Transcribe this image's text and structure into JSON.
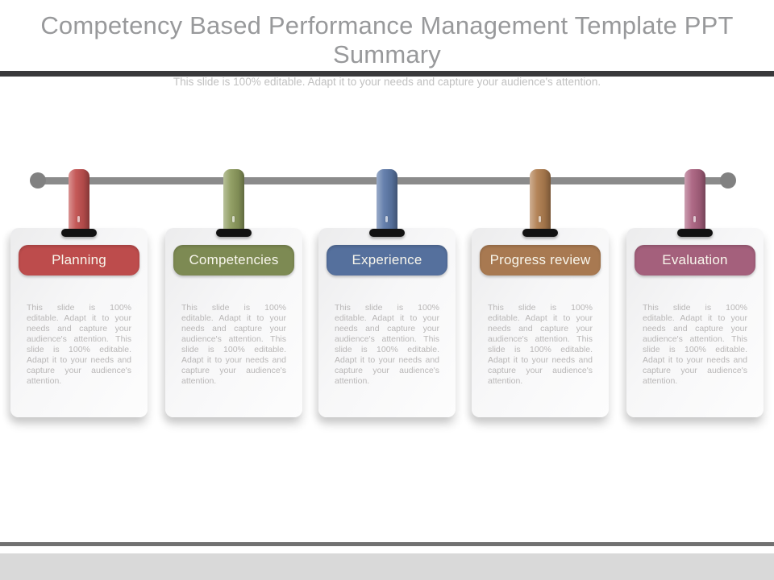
{
  "header": {
    "title": "Competency Based Performance Management Template PPT Summary",
    "subtitle": "This slide is 100% editable. Adapt it to your needs and capture your audience's attention.",
    "divider_color": "#39393b"
  },
  "timeline": {
    "bar_color": "#8b8b8b",
    "endpoint_color": "#818181"
  },
  "cards": [
    {
      "title": "Planning",
      "pill_color": "#bd4c4c",
      "strap_color": "#c25150",
      "body": "This slide is 100% editable. Adapt it to your needs and capture your audience's attention. This slide is 100% editable. Adapt it to your needs and capture your audience's attention."
    },
    {
      "title": "Competencies",
      "pill_color": "#7d8a53",
      "strap_color": "#8d9b5e",
      "body": "This slide is 100% editable. Adapt it to your needs and capture your audience's attention. This slide is 100% editable. Adapt it to your needs and capture your audience's attention."
    },
    {
      "title": "Experience",
      "pill_color": "#55709d",
      "strap_color": "#5e7aa9",
      "body": "This slide is 100% editable. Adapt it to your needs and capture your audience's attention. This slide is 100% editable. Adapt it to your needs and capture your audience's attention."
    },
    {
      "title": "Progress review",
      "pill_color": "#a87951",
      "strap_color": "#b07e50",
      "body": "This slide is 100% editable. Adapt it to your needs and capture your audience's attention. This slide is 100% editable. Adapt it to your needs and capture your audience's attention."
    },
    {
      "title": "Evaluation",
      "pill_color": "#a4607c",
      "strap_color": "#ab6381",
      "body": "This slide is 100% editable. Adapt it to your needs and capture your audience's attention. This slide is 100% editable. Adapt it to your needs and capture your audience's attention."
    }
  ],
  "footer": {
    "line_color": "#717171",
    "strip_color": "#d9d9d9"
  }
}
